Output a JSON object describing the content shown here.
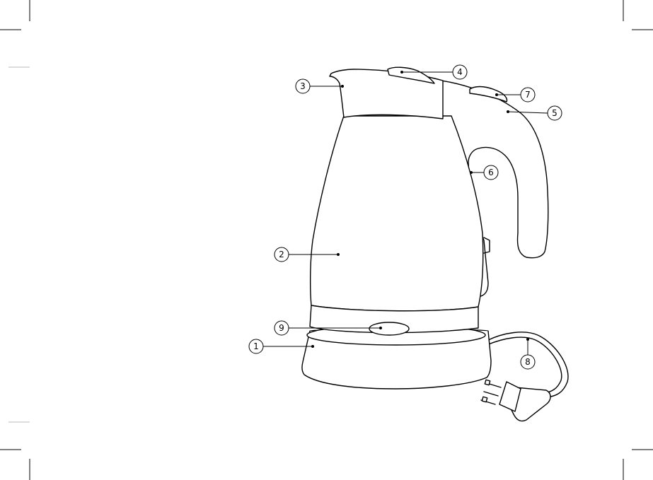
{
  "colors": {
    "ink": "#000000",
    "paper": "#ffffff",
    "guide": "#bbbbbb"
  },
  "callouts": [
    {
      "id": "1",
      "label": "1"
    },
    {
      "id": "2",
      "label": "2"
    },
    {
      "id": "3",
      "label": "3"
    },
    {
      "id": "4",
      "label": "4"
    },
    {
      "id": "5",
      "label": "5"
    },
    {
      "id": "6",
      "label": "6"
    },
    {
      "id": "7",
      "label": "7"
    },
    {
      "id": "8",
      "label": "8"
    },
    {
      "id": "9",
      "label": "9"
    }
  ]
}
